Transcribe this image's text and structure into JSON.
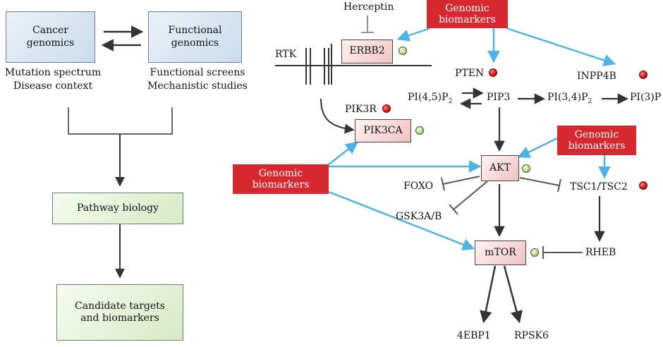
{
  "left": {
    "cancer_genomics": "Cancer\ngenomics",
    "functional_genomics": "Functional\ngenomics",
    "cancer_sub": "Mutation spectrum\nDisease context",
    "functional_sub": "Functional screens\nMechanistic studies",
    "pathway_biology": "Pathway biology",
    "candidate_targets": "Candidate targets\nand biomarkers"
  },
  "right": {
    "herceptin": "Herceptin",
    "rtk": "RTK",
    "erbb2": "ERBB2",
    "genomic_biomarkers_top": "Genomic\nbiomarkers",
    "genomic_biomarkers_left": "Genomic\nbiomarkers",
    "genomic_biomarkers_right": "Genomic\nbiomarkers",
    "pten": "PTEN",
    "inpp4b": "INPP4B",
    "pi45p2": "PI(4,5)P",
    "pi45p2_sub": "2",
    "pip3": "PIP3",
    "pi34p2": "PI(3,4)P",
    "pi34p2_sub": "2",
    "pi3p": "PI(3)P",
    "pik3r": "PIK3R",
    "pik3ca": "PIK3CA",
    "akt": "AKT",
    "foxo": "FOXO",
    "tsc": "TSC1/TSC2",
    "gsk3": "GSK3A/B",
    "mtor": "mTOR",
    "rheb": "RHEB",
    "4ebp1": "4EBP1",
    "rpsk6": "RPSK6"
  },
  "colors": {
    "blue_arrow": "#4db3e6",
    "black_arrow": "#333333",
    "red_box": "#d7282f",
    "mutation_dot": "#d4141c",
    "activation_dot": "#b7d88a"
  }
}
